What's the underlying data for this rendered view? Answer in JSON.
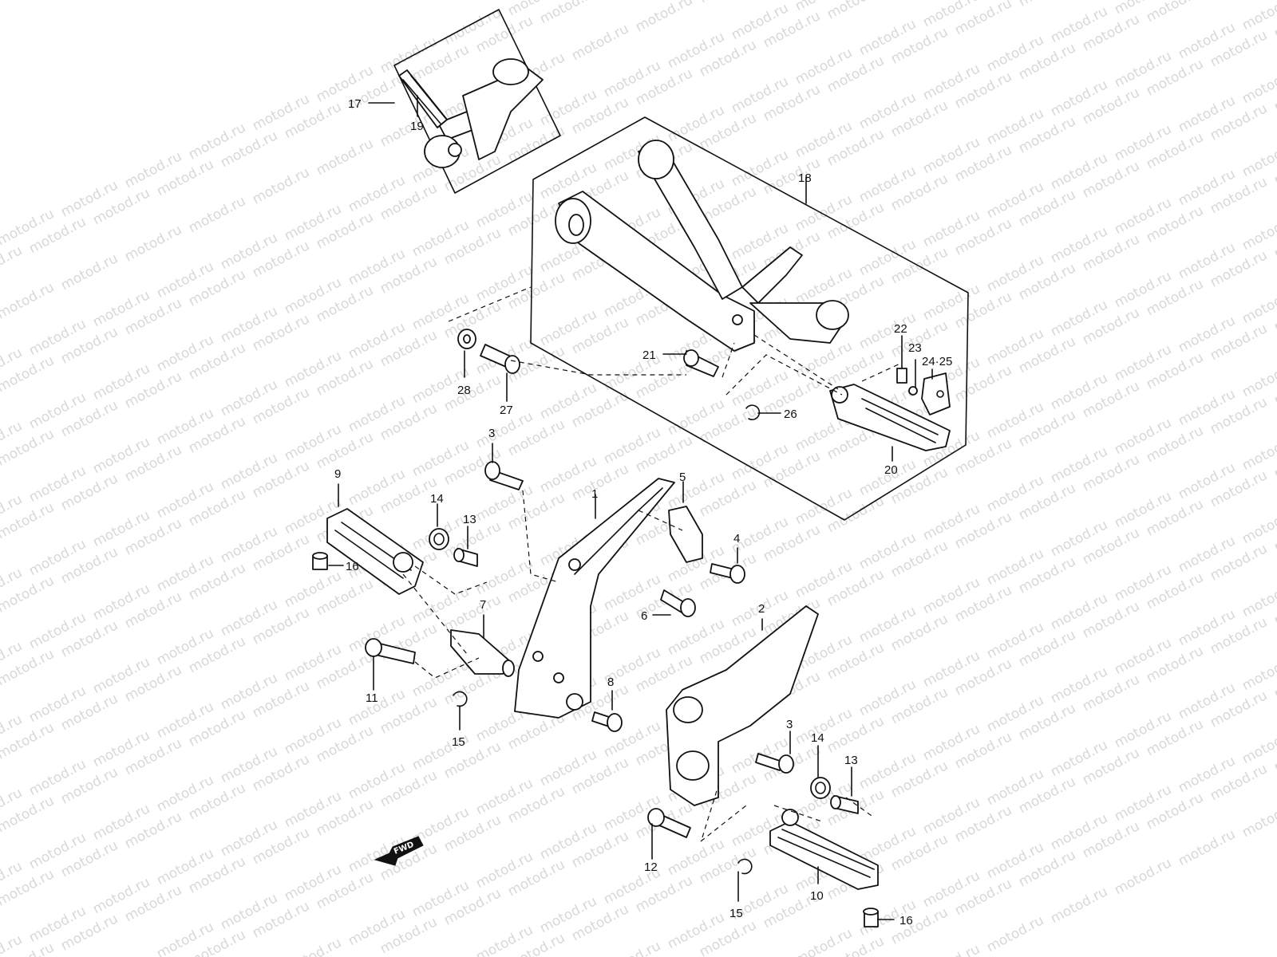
{
  "watermark": "motod.ru",
  "fwd_label": "FWD",
  "callouts": {
    "c1": "1",
    "c2": "2",
    "c3a": "3",
    "c3b": "3",
    "c4": "4",
    "c5": "5",
    "c6": "6",
    "c7": "7",
    "c8": "8",
    "c9": "9",
    "c10": "10",
    "c11": "11",
    "c12": "12",
    "c13a": "13",
    "c13b": "13",
    "c14a": "14",
    "c14b": "14",
    "c15a": "15",
    "c15b": "15",
    "c16a": "16",
    "c16b": "16",
    "c17": "17",
    "c18": "18",
    "c19": "19",
    "c20": "20",
    "c21": "21",
    "c22": "22",
    "c23": "23",
    "c24": "24·25",
    "c26": "26",
    "c27": "27",
    "c28": "28"
  },
  "colors": {
    "line": "#111111",
    "watermark": "#d8d8d8",
    "background": "#ffffff"
  }
}
